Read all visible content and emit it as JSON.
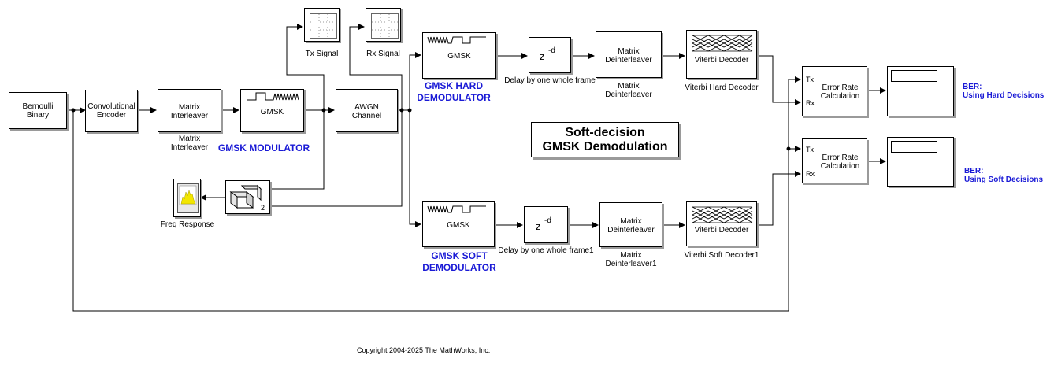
{
  "blocks": {
    "bernoulli": "Bernoulli\nBinary",
    "conv_encoder": "Convolutional\nEncoder",
    "matrix_interleaver": "Matrix\nInterleaver",
    "matrix_interleaver_label": "Matrix\nInterleaver",
    "gmsk_mod": "GMSK",
    "awgn": "AWGN\nChannel",
    "tx_signal_label": "Tx Signal",
    "rx_signal_label": "Rx Signal",
    "gmsk_hard": "GMSK",
    "gmsk_soft": "GMSK",
    "delay_hard": "z",
    "delay_hard_exp": "-d",
    "delay_hard_label": "Delay by one whole frame",
    "delay_soft": "z",
    "delay_soft_exp": "-d",
    "delay_soft_label": "Delay by one whole frame1",
    "deint_hard": "Matrix\nDeinterleaver",
    "deint_hard_label": "Matrix\nDeinterleaver",
    "deint_soft": "Matrix\nDeinterleaver",
    "deint_soft_label": "Matrix\nDeinterleaver1",
    "viterbi_hard": "Viterbi Decoder",
    "viterbi_hard_label": "Viterbi Hard Decoder",
    "viterbi_soft": "Viterbi Decoder",
    "viterbi_soft_label": "Viterbi Soft Decoder1",
    "err_rate_hard": "Error Rate\nCalculation",
    "err_rate_soft": "Error Rate\nCalculation",
    "port_tx": "Tx",
    "port_rx": "Rx",
    "freq_response_label": "Freq Response",
    "concat_port": "2"
  },
  "annotations": {
    "gmsk_modulator": "GMSK MODULATOR",
    "gmsk_hard_demod": "GMSK HARD\nDEMODULATOR",
    "gmsk_soft_demod": "GMSK SOFT\nDEMODULATOR",
    "title": "Soft-decision\nGMSK Demodulation",
    "ber_hard": "BER:\nUsing Hard Decisions",
    "ber_soft": "BER:\nUsing Soft Decisions",
    "copyright": "Copyright 2004-2025 The MathWorks, Inc."
  },
  "colors": {
    "annotation_blue": "#1a1ad6",
    "spectrum_yellow": "#f2e600"
  }
}
